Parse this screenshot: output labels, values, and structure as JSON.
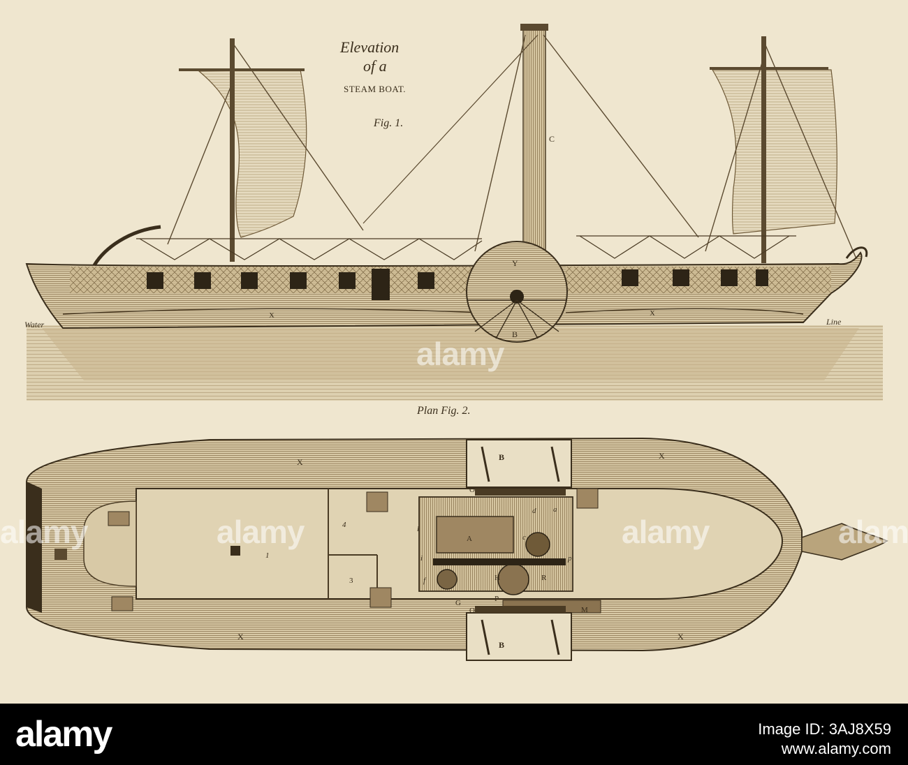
{
  "elevation": {
    "title_line1": "Elevation",
    "title_line2": "of a",
    "title_line3": "STEAM BOAT.",
    "fig_label": "Fig. 1.",
    "labels": {
      "chimney": "C",
      "paddle_box": "Y",
      "wheel": "B",
      "hull_left": "X",
      "hull_right": "X",
      "water": "Water",
      "line": "Line"
    }
  },
  "plan": {
    "fig_label": "Plan  Fig. 2.",
    "labels": {
      "x_top_left": "X",
      "x_top_right": "X",
      "x_bottom_left": "X",
      "x_bottom_right": "X",
      "b_top": "B",
      "b_bottom": "B",
      "cabin_1": "1",
      "room_3": "3",
      "room_4": "4",
      "o_top": "O",
      "o_bottom": "O",
      "l": "l",
      "A": "A",
      "a": "a",
      "d": "d",
      "c": "c",
      "i": "i",
      "p": "p",
      "f": "f",
      "H": "H",
      "R": "R",
      "G": "G",
      "P": "P",
      "M": "M"
    }
  },
  "watermarks": [
    "alamy",
    "alamy",
    "alamy",
    "alamy",
    "alamy"
  ],
  "footer": {
    "logo": "alamy",
    "image_id": "Image ID: 3AJ8X59",
    "url": "www.alamy.com"
  },
  "colors": {
    "paper": "#efe6cf",
    "ink": "#3a2e1c",
    "sepia": "#a7916b"
  }
}
